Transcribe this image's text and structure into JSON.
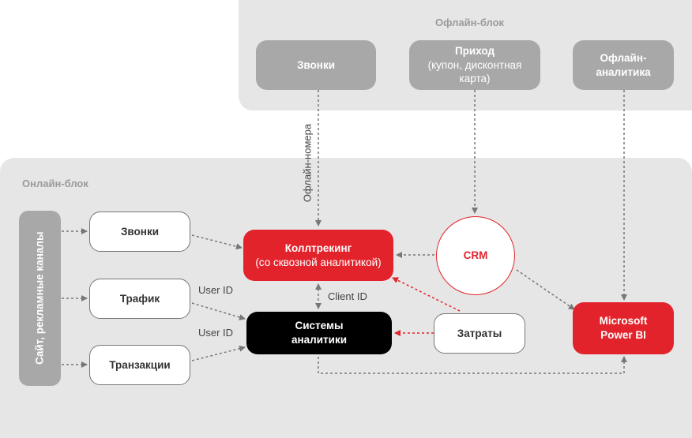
{
  "offline": {
    "title": "Офлайн-блок",
    "calls": "Звонки",
    "arrival_title": "Приход",
    "arrival_sub": "(купон, дисконтная карта)",
    "analytics": "Офлайн-аналитика"
  },
  "online": {
    "title": "Онлайн-блок",
    "site_channels": "Сайт, рекламные каналы",
    "calls": "Звонки",
    "traffic": "Трафик",
    "transactions": "Транзакции",
    "calltracking_title": "Коллтрекинг",
    "calltracking_sub": "(со сквозной аналитикой)",
    "analytics_systems": "Системы аналитики",
    "crm": "CRM",
    "costs": "Затраты",
    "power_bi": "Microsoft Power BI"
  },
  "labels": {
    "offline_numbers": "Офлайн-номера",
    "user_id_1": "User ID",
    "user_id_2": "User ID",
    "client_id": "Client ID"
  },
  "colors": {
    "accent_red": "#e3232b",
    "grey_box": "#a8a8a8",
    "panel": "#e6e6e6"
  }
}
